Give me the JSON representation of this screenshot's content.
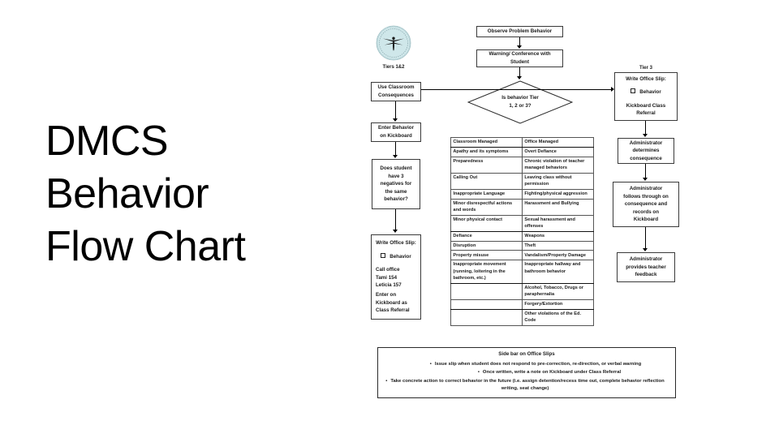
{
  "page": {
    "background": "#ffffff",
    "title_lines": [
      "DMCS",
      "Behavior",
      "Flow Chart"
    ]
  },
  "logo": {
    "name": "dmcs-dragonfly-seal",
    "ring_color": "#cfe3e6",
    "fill_color": "#cfe7ea",
    "caption": "Tiers 1&2"
  },
  "labels": {
    "tier3": "Tier 3"
  },
  "center_flow": {
    "observe": "Observe Problem Behavior",
    "warning_lines": [
      "Warning/ Conference with",
      "Student"
    ],
    "decision_lines": [
      "Is behavior Tier",
      "1, 2 or 3?"
    ]
  },
  "left_flow": {
    "use_classroom_lines": [
      "Use Classroom",
      "Consequences"
    ],
    "enter_behavior_lines": [
      "Enter Behavior",
      "on Kickboard"
    ],
    "three_negatives_lines": [
      "Does student",
      "have 3",
      "negatives for",
      "the same",
      "behavior?"
    ],
    "write_office_slip": {
      "heading": "Write Office Slip:",
      "checkbox_label": "Behavior",
      "lines": [
        "Call office",
        "Tami 154",
        "Leticia 157",
        "",
        "Enter on",
        "Kickboard as",
        "Class Referral"
      ]
    }
  },
  "right_flow": {
    "write_office_slip": {
      "heading": "Write Office Slip:",
      "checkbox_label": "Behavior",
      "lines": [
        "Kickboard Class",
        "Referral"
      ]
    },
    "admin_determines_lines": [
      "Administrator",
      "determines",
      "consequence"
    ],
    "admin_follows_lines": [
      "Administrator",
      "follows through on",
      "consequence and",
      "records on",
      "Kickboard"
    ],
    "admin_feedback_lines": [
      "Administrator",
      "provides teacher",
      "feedback"
    ]
  },
  "behavior_table": {
    "headers": [
      "Classroom Managed",
      "Office Managed"
    ],
    "rows": [
      {
        "classroom": "Apathy and its symptoms",
        "office": "Overt Defiance"
      },
      {
        "classroom": "Preparedness",
        "office": "Chronic violation of teacher managed behaviors"
      },
      {
        "classroom": "Calling Out",
        "office": "Leaving class without permission"
      },
      {
        "classroom": "Inappropriate Language",
        "office": "Fighting/physical aggression"
      },
      {
        "classroom": "Minor disrespectful actions and words",
        "office": "Harassment and Bullying"
      },
      {
        "classroom": "Minor physical contact",
        "office": "Sexual harassment and offenses"
      },
      {
        "classroom": "Defiance",
        "office": "Weapons"
      },
      {
        "classroom": "Disruption",
        "office": "Theft"
      },
      {
        "classroom": "Property misuse",
        "office": "Vandalism/Property Damage"
      },
      {
        "classroom": "Inappropriate movement (running, loitering in the bathroom, etc.)",
        "office": "Inappropriate hallway and bathroom behavior"
      },
      {
        "classroom": "",
        "office": "Alcohol, Tobacco, Drugs or paraphernalia"
      },
      {
        "classroom": "",
        "office": "Forgery/Extortion"
      },
      {
        "classroom": "",
        "office": "Other violations of the Ed. Code"
      }
    ]
  },
  "sidebar": {
    "title": "Side bar on Office Slips",
    "items": [
      "Issue slip when student does not respond to pre-correction, re-direction, or verbal warning",
      "Once written, write a note on Kickboard under Class Referral",
      "Take concrete action to correct behavior in the future (i.e. assign detention/recess time out, complete behavior reflection writing, seat change)"
    ]
  }
}
